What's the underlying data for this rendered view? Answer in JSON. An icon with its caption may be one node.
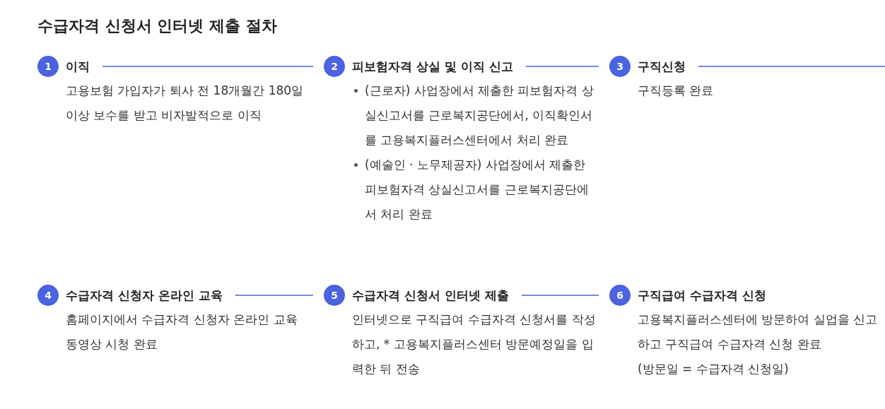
{
  "diagram": {
    "title": "수급자격 신청서 인터넷 제출 절차",
    "nodes": [
      {
        "text": [
          "1",
          "이직",
          "고용보험 가입자가 퇴사 전 18개월간 180일 이상 보수를 받고 비자발적으로 이직"
        ]
      },
      {
        "text": [
          "2",
          "피보험자격 상실 및 이직 신고",
          "(근로자) 사업장에서 제출한 피보험자격 상실신고서를 근로복지공단에서, 이직확인서를 고용복지플러스센터에서 처리 완료",
          "(예술인 · 노무제공자) 사업장에서 제출한 피보험자격 상실신고서를 근로복지공단에서 처리 완료"
        ]
      },
      {
        "text": [
          "3",
          "구직신청",
          "구직등록 완료"
        ]
      },
      {
        "text": [
          "4",
          "수급자격 신청자 온라인 교육",
          "홈페이지에서 수급자격 신청자 온라인 교육 동영상 시청 완료"
        ]
      },
      {
        "text": [
          "5",
          "수급자격 신청서 인터넷 제출",
          "인터넷으로 구직급여 수급자격 신청서를 작성하고, * 고용복지플러스센터 방문예정일을 입력한 뒤 전송"
        ]
      },
      {
        "text": [
          "6",
          "구직급여 수급자격 신청",
          "고용복지플러스센터에 방문하여 실업을 신고하고 구직급여 수급자격 신청 완료",
          "(방문일 = 수급자격 신청일)"
        ]
      }
    ],
    "edges": [
      {
        "from": 0,
        "to": 1,
        "arrow": "none"
      },
      {
        "from": 1,
        "to": 2,
        "arrow": "none"
      },
      {
        "from": 2,
        "to": null,
        "arrow": "none"
      },
      {
        "from": 3,
        "to": 4,
        "arrow": "none"
      },
      {
        "from": 4,
        "to": 5,
        "arrow": "none"
      }
    ]
  }
}
